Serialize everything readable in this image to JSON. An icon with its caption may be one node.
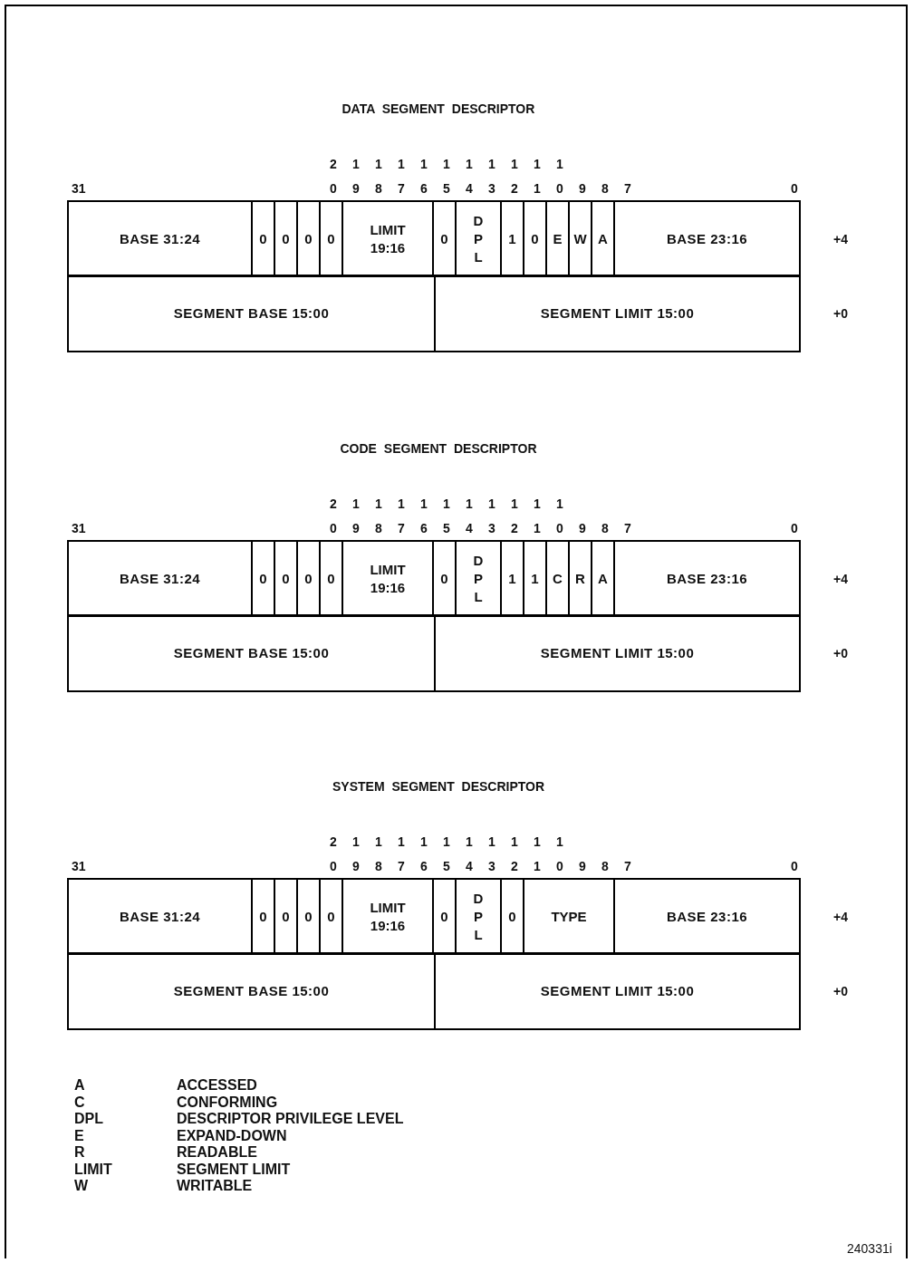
{
  "diagram": {
    "nodes": [
      {
        "text": [
          "BASE 31:24"
        ]
      },
      {
        "text": [
          "0"
        ]
      },
      {
        "text": [
          "0"
        ]
      },
      {
        "text": [
          "0"
        ]
      },
      {
        "text": [
          "0"
        ]
      },
      {
        "text": [
          "LIMIT 19:16"
        ]
      },
      {
        "text": [
          "0"
        ]
      },
      {
        "text": [
          "D P L"
        ]
      },
      {
        "text": [
          "1"
        ]
      },
      {
        "text": [
          "0"
        ]
      },
      {
        "text": [
          "E"
        ]
      },
      {
        "text": [
          "W"
        ]
      },
      {
        "text": [
          "A"
        ]
      },
      {
        "text": [
          "BASE 23:16"
        ]
      },
      {
        "text": [
          "SEGMENT BASE 15:00"
        ]
      },
      {
        "text": [
          "SEGMENT LIMIT 15:00"
        ]
      },
      {
        "text": [
          "BASE 31:24"
        ]
      },
      {
        "text": [
          "0"
        ]
      },
      {
        "text": [
          "0"
        ]
      },
      {
        "text": [
          "0"
        ]
      },
      {
        "text": [
          "0"
        ]
      },
      {
        "text": [
          "LIMIT 19:16"
        ]
      },
      {
        "text": [
          "0"
        ]
      },
      {
        "text": [
          "D P L"
        ]
      },
      {
        "text": [
          "1"
        ]
      },
      {
        "text": [
          "1"
        ]
      },
      {
        "text": [
          "C"
        ]
      },
      {
        "text": [
          "R"
        ]
      },
      {
        "text": [
          "A"
        ]
      },
      {
        "text": [
          "BASE 23:16"
        ]
      },
      {
        "text": [
          "SEGMENT BASE 15:00"
        ]
      },
      {
        "text": [
          "SEGMENT LIMIT 15:00"
        ]
      },
      {
        "text": [
          "BASE 31:24"
        ]
      },
      {
        "text": [
          "0"
        ]
      },
      {
        "text": [
          "0"
        ]
      },
      {
        "text": [
          "0"
        ]
      },
      {
        "text": [
          "0"
        ]
      },
      {
        "text": [
          "LIMIT 19:16"
        ]
      },
      {
        "text": [
          "0"
        ]
      },
      {
        "text": [
          "D P L"
        ]
      },
      {
        "text": [
          "0"
        ]
      },
      {
        "text": [
          "TYPE"
        ]
      },
      {
        "text": [
          "BASE 23:16"
        ]
      },
      {
        "text": [
          "SEGMENT BASE 15:00"
        ]
      },
      {
        "text": [
          "SEGMENT LIMIT 15:00"
        ]
      }
    ],
    "labels": [
      "DATA SEGMENT DESCRIPTOR",
      "2",
      "1",
      "1",
      "1",
      "1",
      "1",
      "1",
      "1",
      "1",
      "1",
      "1",
      "31",
      "0",
      "9",
      "8",
      "7",
      "6",
      "5",
      "4",
      "3",
      "2",
      "1",
      "0",
      "9",
      "8",
      "7",
      "0",
      "+4",
      "+0",
      "CODE SEGMENT DESCRIPTOR",
      "2",
      "1",
      "1",
      "1",
      "1",
      "1",
      "1",
      "1",
      "1",
      "1",
      "1",
      "31",
      "0",
      "9",
      "8",
      "7",
      "6",
      "5",
      "4",
      "3",
      "2",
      "1",
      "0",
      "9",
      "8",
      "7",
      "0",
      "+4",
      "+0",
      "SYSTEM SEGMENT DESCRIPTOR",
      "2",
      "1",
      "1",
      "1",
      "1",
      "1",
      "1",
      "1",
      "1",
      "1",
      "1",
      "31",
      "0",
      "9",
      "8",
      "7",
      "6",
      "5",
      "4",
      "3",
      "2",
      "1",
      "0",
      "9",
      "8",
      "7",
      "0",
      "+4",
      "+0",
      "A",
      "ACCESSED",
      "C",
      "CONFORMING",
      "DPL",
      "DESCRIPTOR PRIVILEGE LEVEL",
      "E",
      "EXPAND-DOWN",
      "R",
      "READABLE",
      "LIMIT",
      "SEGMENT LIMIT",
      "W",
      "WRITABLE",
      "240331i"
    ]
  }
}
